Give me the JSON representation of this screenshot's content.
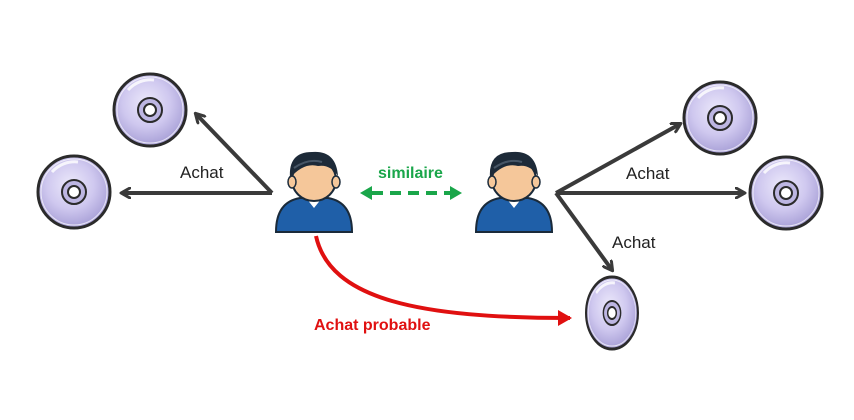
{
  "labels": {
    "purchase_left": "Achat",
    "purchase_right": "Achat",
    "purchase_right_lower": "Achat",
    "similar": "similaire",
    "probable_purchase": "Achat probable"
  },
  "colors": {
    "arrow": "#3a3a3a",
    "similar": "#1aa64a",
    "probable": "#e01010",
    "disc_fill": "#c9c3ea",
    "disc_ring": "#2b2b2b",
    "user_shirt": "#1f5fa8",
    "user_hair": "#1d2a38",
    "user_skin": "#f5c79a"
  },
  "nodes": {
    "user_a": "user-icon",
    "user_b": "user-icon",
    "discs": [
      "disc-icon",
      "disc-icon",
      "disc-icon",
      "disc-icon",
      "disc-icon"
    ]
  }
}
